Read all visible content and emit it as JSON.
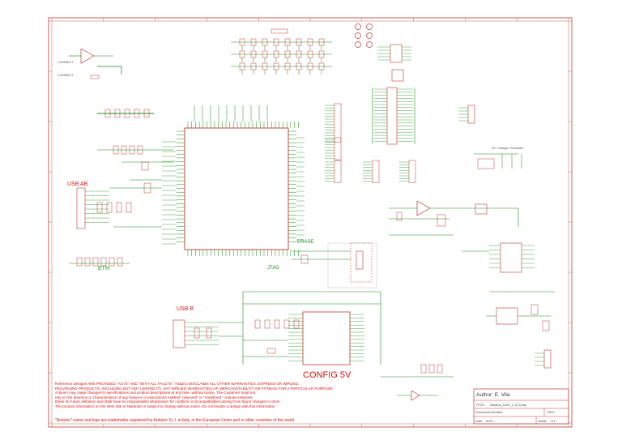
{
  "schematic": {
    "labels": {
      "usb_ab": "USB AB",
      "usb_b": "USB B",
      "eth": "ETH",
      "jtag": "JTAG",
      "erase": "ERASE",
      "config": "CONFIG 5V",
      "level_translator": "I2C Voltage Translator",
      "connect1": "CONNECT",
      "connect2": "CONNECT"
    },
    "disclaimer": [
      "Reference Designs ARE PROVIDED \"AS IS\" AND \"WITH ALL FAULTS\". Arduino DISCLAIMS ALL OTHER WARRANTIES, EXPRESS OR IMPLIED,",
      "REGARDING PRODUCTS, INCLUDING BUT NOT LIMITED TO, ANY IMPLIED WARRANTIES OF MERCHANTABILITY OR FITNESS FOR A PARTICULAR PURPOSE",
      "Arduino may make changes to specifications and product descriptions at any time, without notice. The Customer must not",
      "rely on the absence or characteristics of any features or instructions marked \"reserved\" or \"undefined.\" Arduino reserves",
      "these for future definition and shall have no responsibility whatsoever for conflicts or incompatibilities arising from future changes to them.",
      "The product information on the Web Site or Materials is subject to change without notice. Do not finalize a design with this information."
    ],
    "trademark": "\"Arduino\" name and logo are trademarks registered by Arduino S.r.l. in Italy, in the European Union and in other countries of the world."
  },
  "title_block": {
    "author": "Author: E. Vila",
    "title_label": "TITLE:",
    "title_value": "Arduino_DUE_1_5-2v.lay",
    "doc_label": "Document Number:",
    "rev_label": "REV:",
    "date_label": "Date:",
    "date_value": "2012 ...",
    "sheet_label": "Sheet:",
    "sheet_value": "1/1"
  }
}
